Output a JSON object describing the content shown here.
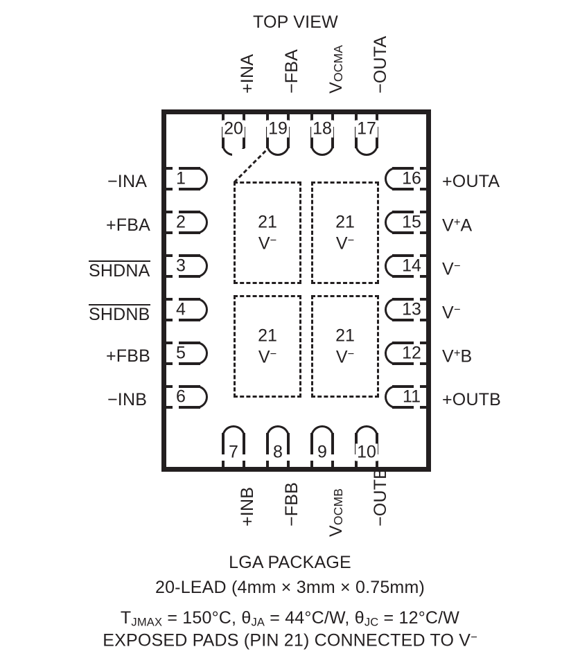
{
  "diagram": {
    "view_title": "TOP VIEW",
    "exposed_pad": {
      "number": "21",
      "net": "V",
      "net_sign": "−",
      "count": 4,
      "chamfered_pad_index": 0
    },
    "pins": {
      "left": [
        {
          "number": "1",
          "label": "−INA",
          "overline": false
        },
        {
          "number": "2",
          "label": "+FBA",
          "overline": false
        },
        {
          "number": "3",
          "label": "SHDNA",
          "overline": true
        },
        {
          "number": "4",
          "label": "SHDNB",
          "overline": true
        },
        {
          "number": "5",
          "label": "+FBB",
          "overline": false
        },
        {
          "number": "6",
          "label": "−INB",
          "overline": false
        }
      ],
      "bottom": [
        {
          "number": "7",
          "label": "+INB",
          "sub": ""
        },
        {
          "number": "8",
          "label": "−FBB",
          "sub": ""
        },
        {
          "number": "9",
          "label": "V",
          "sub": "OCMB"
        },
        {
          "number": "10",
          "label": "−OUTB",
          "sub": ""
        }
      ],
      "right": [
        {
          "number": "16",
          "label": "+OUTA",
          "sup": ""
        },
        {
          "number": "15",
          "label": "V",
          "sup": "+",
          "suffix": "A"
        },
        {
          "number": "14",
          "label": "V",
          "sup": "−",
          "suffix": ""
        },
        {
          "number": "13",
          "label": "V",
          "sup": "−",
          "suffix": ""
        },
        {
          "number": "12",
          "label": "V",
          "sup": "+",
          "suffix": "B"
        },
        {
          "number": "11",
          "label": "+OUTB",
          "sup": ""
        }
      ],
      "top": [
        {
          "number": "20",
          "label": "+INA",
          "sub": ""
        },
        {
          "number": "19",
          "label": "−FBA",
          "sub": ""
        },
        {
          "number": "18",
          "label": "V",
          "sub": "OCMA"
        },
        {
          "number": "17",
          "label": "−OUTA",
          "sub": ""
        }
      ]
    }
  },
  "caption": {
    "line1": "LGA PACKAGE",
    "line2": "20-LEAD (4mm × 3mm × 0.75mm)",
    "line3_tjmax_sym": "T",
    "line3_tjmax_sub": "JMAX",
    "line3_tjmax_val": " = 150°C, ",
    "line3_tja_sym": "θ",
    "line3_tja_sub": "JA",
    "line3_tja_val": " = 44°C/W, ",
    "line3_tjc_sym": "θ",
    "line3_tjc_sub": "JC",
    "line3_tjc_val": " = 12°C/W",
    "line4_pre": "EXPOSED PADS (PIN 21) CONNECTED TO V",
    "line4_sup": "−"
  },
  "colors": {
    "ink": "#231f20",
    "background": "#ffffff"
  }
}
